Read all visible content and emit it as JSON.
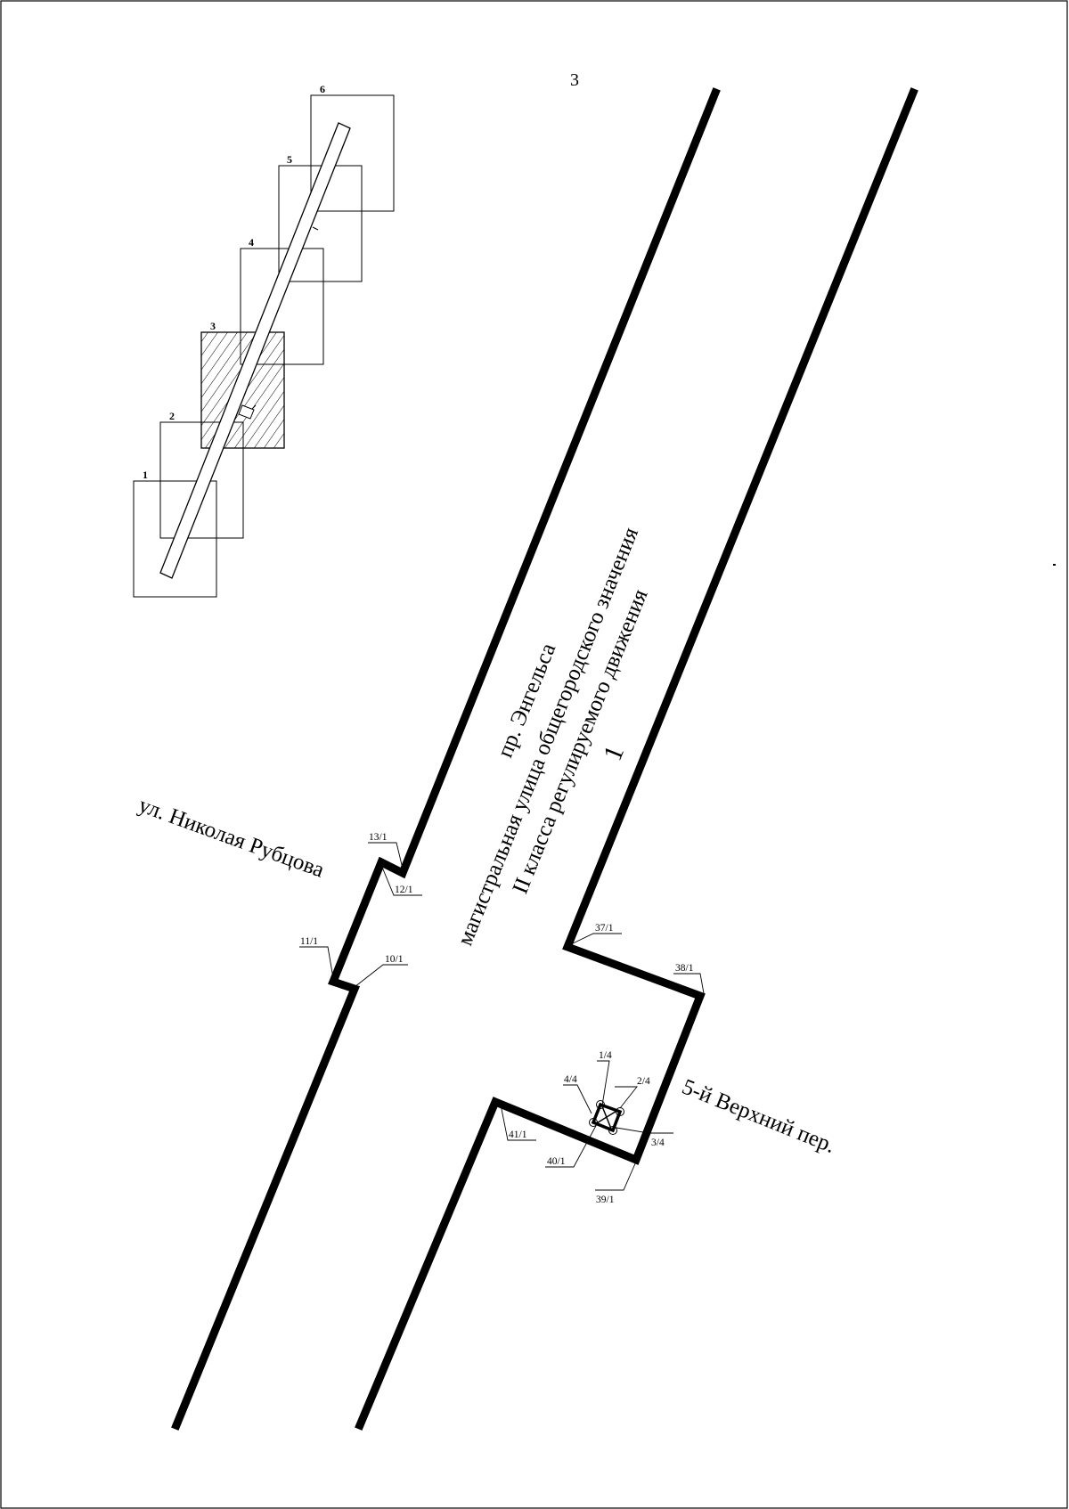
{
  "page_number": "3",
  "key_map": {
    "frames": [
      "1",
      "2",
      "3",
      "4",
      "5",
      "6"
    ],
    "highlighted_frame": "3"
  },
  "streets": {
    "engels_name": "пр. Энгельса",
    "engels_class_line1": "магистральная улица общегородского значения",
    "engels_class_line2": "II класса регулируемого движения",
    "zone_number": "1",
    "rubtsova": "ул. Николая Рубцова",
    "verkhniy": "5-й Верхний пер."
  },
  "points": {
    "p13": "13/1",
    "p12": "12/1",
    "p11": "11/1",
    "p10": "10/1",
    "p37": "37/1",
    "p38": "38/1",
    "p39": "39/1",
    "p40": "40/1",
    "p41": "41/1",
    "q1": "1/4",
    "q2": "2/4",
    "q3": "3/4",
    "q4": "4/4"
  },
  "colors": {
    "ink": "#000000",
    "paper": "#ffffff"
  }
}
